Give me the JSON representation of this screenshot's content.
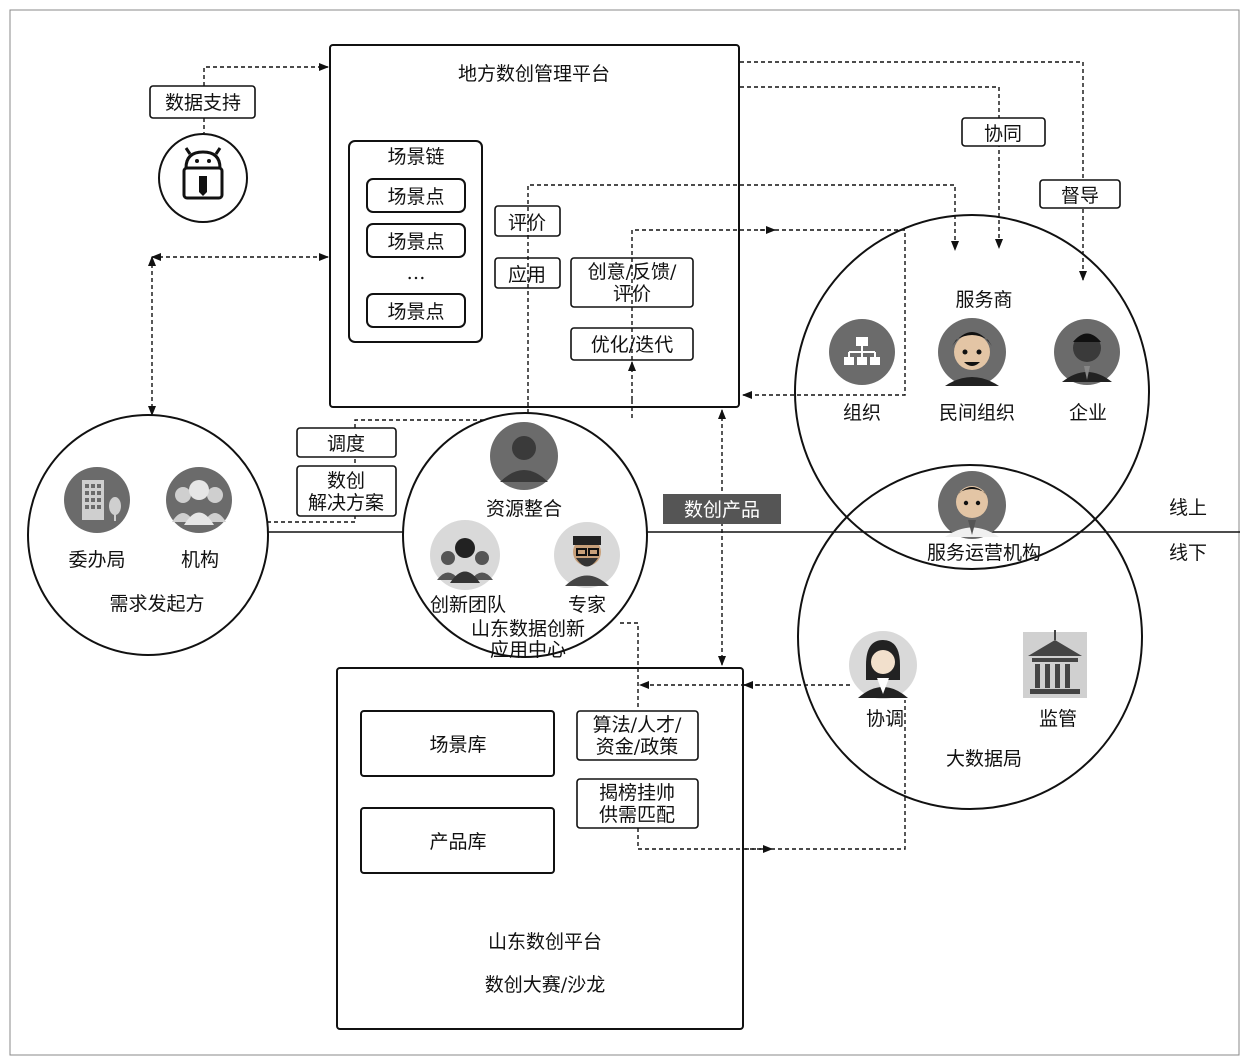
{
  "platform_top": {
    "title": "地方数创管理平台",
    "scene_chain": {
      "title": "场景链",
      "points": [
        "场景点",
        "场景点",
        "场景点"
      ],
      "ellipsis": "…"
    },
    "evaluate": "评价",
    "apply": "应用",
    "feedback": [
      "创意/反馈/",
      "评价"
    ],
    "optimize": "优化/迭代"
  },
  "data_support": "数据支持",
  "collaborate": "协同",
  "supervise": "督导",
  "demand_side": {
    "title": "需求发起方",
    "items": [
      "委办局",
      "机构"
    ]
  },
  "dispatch": "调度",
  "solution": [
    "数创",
    "解决方案"
  ],
  "center": {
    "title": [
      "山东数据创新",
      "应用中心"
    ],
    "resource": "资源整合",
    "team": "创新团队",
    "expert": "专家"
  },
  "product_tag": "数创产品",
  "service": {
    "title": "服务商",
    "items": [
      "组织",
      "民间组织",
      "企业"
    ],
    "operator": "服务运营机构"
  },
  "online": "线上",
  "offline": "线下",
  "bureau": {
    "title": "大数据局",
    "coordinate": "协调",
    "regulate": "监管"
  },
  "platform_bottom": {
    "scene_lib": "场景库",
    "product_lib": "产品库",
    "resources": [
      "算法/人才/",
      "资金/政策"
    ],
    "matching": [
      "揭榜挂帅",
      "供需匹配"
    ],
    "title": "山东数创平台",
    "subtitle": "数创大赛/沙龙"
  },
  "colors": {
    "icon_dark": "#6b6b6b",
    "tag_dark": "#555555"
  }
}
